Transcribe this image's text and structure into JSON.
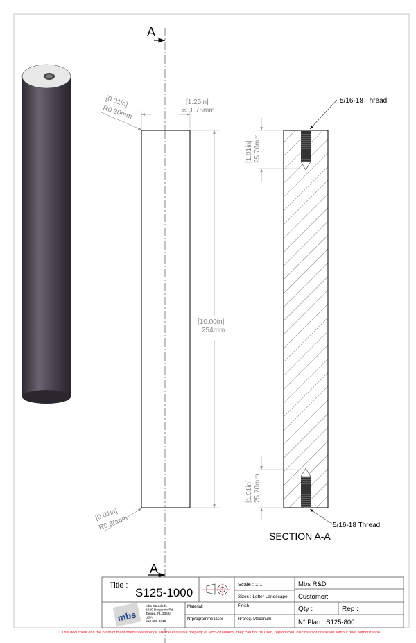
{
  "section_marker": "A",
  "front_view": {
    "top_radius": {
      "inch": "[0.01in]",
      "mm": "R0.30mm"
    },
    "bottom_radius": {
      "inch": "[0.01in]",
      "mm": "R0.30mm"
    },
    "diameter": {
      "inch": "[1.25in]",
      "mm": "⌀31.75mm"
    },
    "length": {
      "inch": "[10.00in]",
      "mm": "254mm"
    }
  },
  "section_view": {
    "title": "SECTION A-A",
    "top_thread": "5/16-18 Thread",
    "bottom_thread": "5/16-18 Thread",
    "top_depth": {
      "inch": "[1.01in]",
      "mm": "25.70mm"
    },
    "bottom_depth": {
      "inch": "[1.01in]",
      "mm": "25.70mm"
    }
  },
  "title_block": {
    "title_label": "Title :",
    "title_value": "S125-1000",
    "scale": "Scale : 1:1",
    "sizes_label": "Sizes :",
    "sizes_value": "Letter Landscape",
    "company": "Mbs R&D",
    "customer": "Customer:",
    "material": "Material:",
    "finish": "Finish",
    "qty": "Qty :",
    "rep": "Rep :",
    "laser_program": "N°programme laser",
    "mech_program": "N°prog. Mécanum.",
    "plan": "N° Plan : S125-800",
    "logo_text": "mbs",
    "address": [
      "Mbs Standoffs",
      "8420 Benjamin Rd",
      "Tampa, FL 33634",
      "USA",
      "813 886 0815"
    ]
  },
  "disclaimer": "This document and the product mentioned in Reference are the exclusive property of MBS-Standoffs, they can not be used, reproduced, disclosed or disclosed without prior authorization",
  "colors": {
    "disclaimer": "#e8202a",
    "part": "#4a4550",
    "projection_symbol": "#e8202a"
  }
}
